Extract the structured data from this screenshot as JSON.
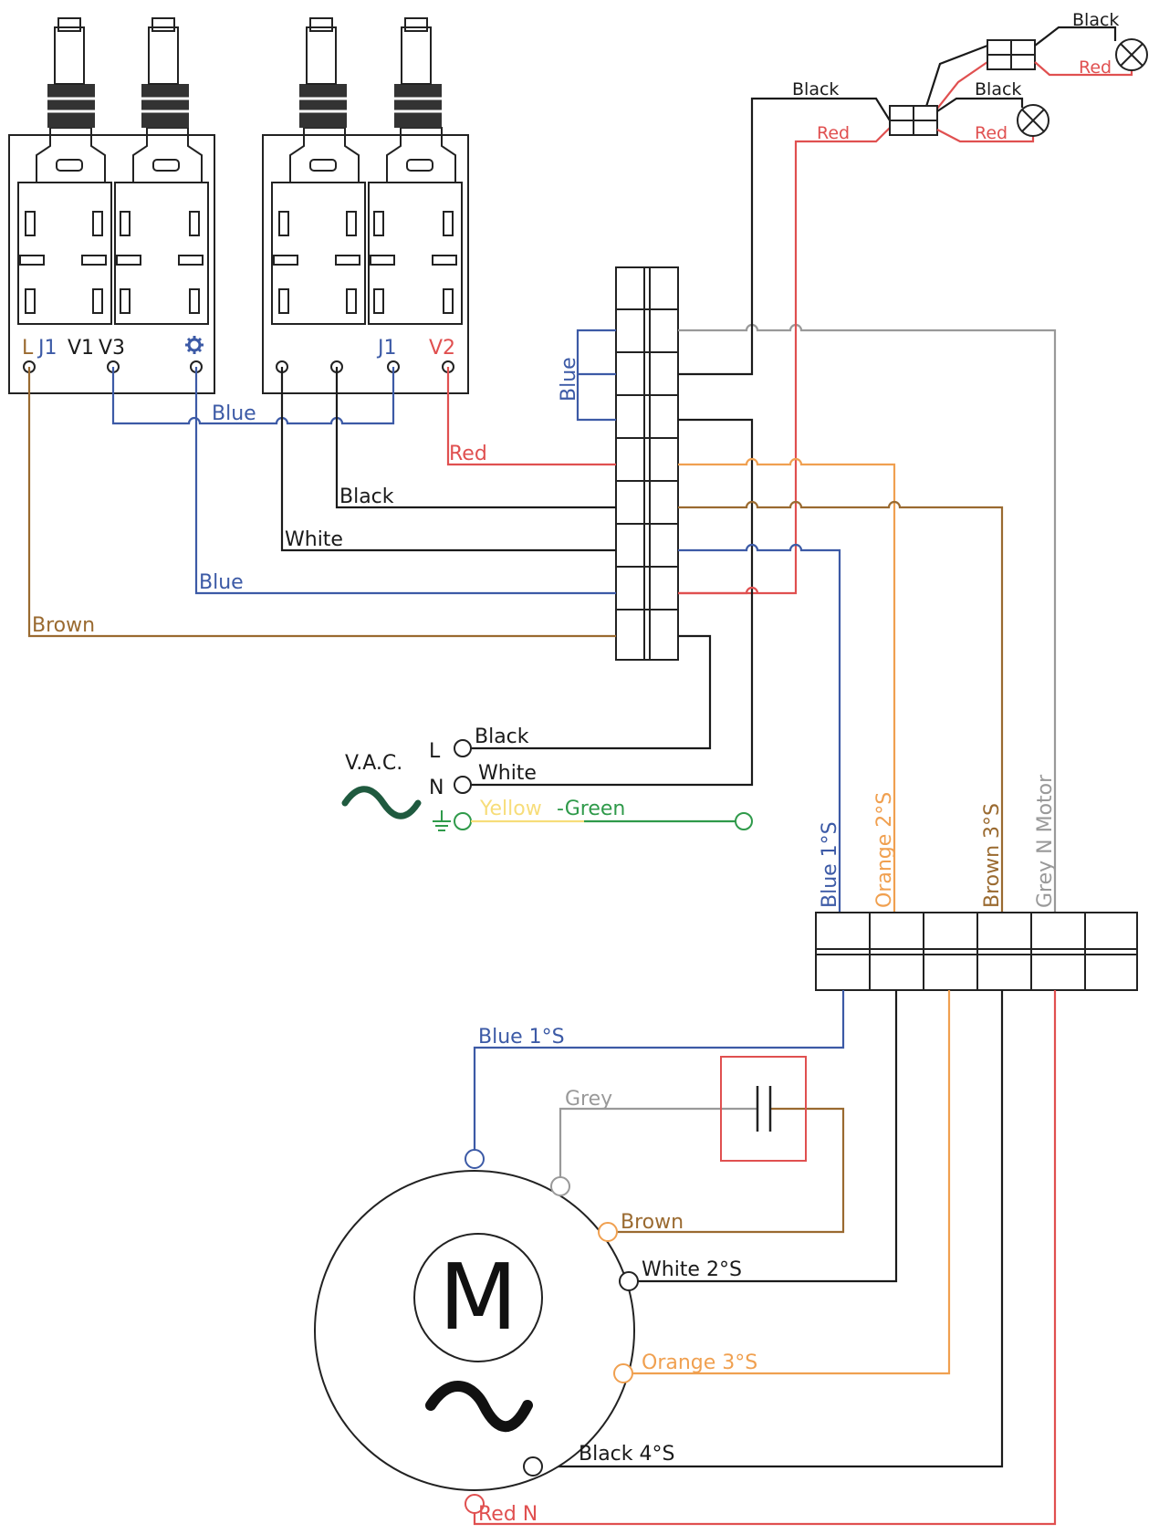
{
  "colors": {
    "black": "#1a1a1a",
    "blue": "#3c5aa6",
    "red": "#e05050",
    "brown": "#9a6a30",
    "orange": "#f0a050",
    "grey": "#999999",
    "yellow": "#f7dd7a",
    "green": "#2f9a4a",
    "vac_wave": "#1f5a3f"
  },
  "switches": {
    "left_terminals": [
      "L",
      "J1",
      "V1",
      "V3"
    ],
    "left_gear_icon": "gear-icon",
    "right_terminals": [
      "J1",
      "V2"
    ]
  },
  "wires": {
    "blue_top": "Blue",
    "red_v2": "Red",
    "black_mid": "Black",
    "white_mid": "White",
    "blue_mid": "Blue",
    "brown_mid": "Brown",
    "blue_vertical": "Blue"
  },
  "lamps": {
    "black_1": "Black",
    "black_2": "Black",
    "black_3": "Black",
    "red_1": "Red",
    "red_2": "Red",
    "red_3": "Red"
  },
  "supply": {
    "title": "V.A.C.",
    "l": "L",
    "n": "N",
    "l_wire": "Black",
    "n_wire": "White",
    "earth_yellow": "Yellow",
    "earth_green": "-Green"
  },
  "speed_labels": {
    "blue": "Blue 1°S",
    "orange": "Orange 2°S",
    "brown": "Brown 3°S",
    "grey": "Grey N Motor"
  },
  "motor": {
    "letter": "M",
    "blue": "Blue 1°S",
    "grey": "Grey",
    "brown": "Brown",
    "white": "White 2°S",
    "orange": "Orange 3°S",
    "black": "Black 4°S",
    "red": "Red N"
  }
}
